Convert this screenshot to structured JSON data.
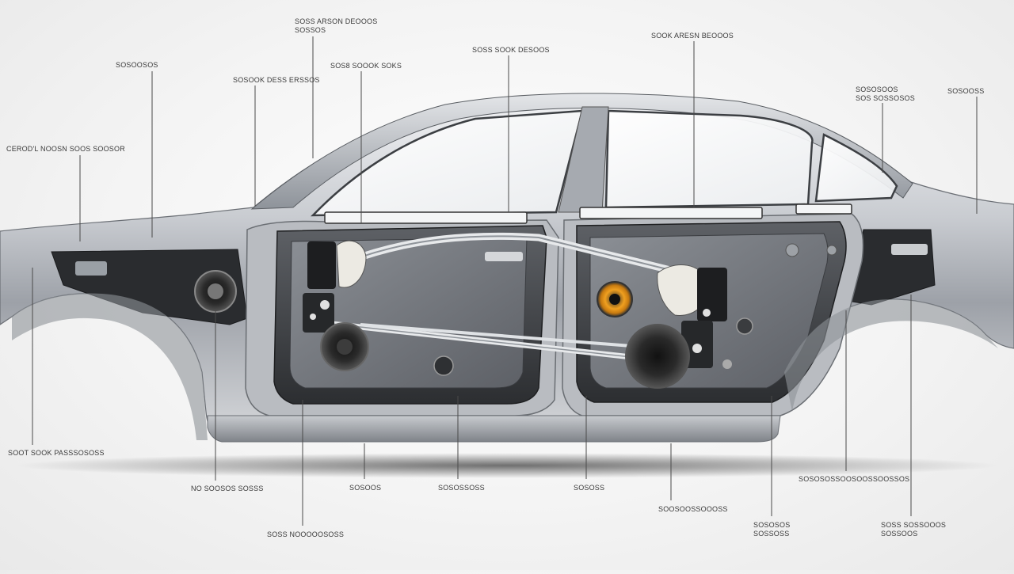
{
  "diagram": {
    "top_callouts": [
      {
        "id": "t1",
        "lines": [
          "SOSS ARSON DEOOOS",
          "SOSSOS"
        ]
      },
      {
        "id": "t2",
        "lines": [
          "SOOK ARESN BEOOOS"
        ]
      },
      {
        "id": "t3",
        "lines": [
          "SOSS SOOK DESOOS"
        ]
      },
      {
        "id": "t4",
        "lines": [
          "SOSOOSOS"
        ]
      },
      {
        "id": "t5",
        "lines": [
          "SOS8 SOOOK SOKS"
        ]
      },
      {
        "id": "t6",
        "lines": [
          "SOSOOK DESS ERSSOS"
        ]
      },
      {
        "id": "t7",
        "lines": [
          "CEROD'L NOOSN SOOS SOOSOR"
        ]
      },
      {
        "id": "t8",
        "lines": [
          "SOSOSOOS",
          "SOS SOSSOSOS"
        ]
      },
      {
        "id": "t9",
        "lines": [
          "SOSOOSS"
        ]
      }
    ],
    "bottom_callouts": [
      {
        "id": "b1",
        "lines": [
          "SOOT SOOK PASSSOSOSS"
        ]
      },
      {
        "id": "b2",
        "lines": [
          "NO SOOSOS SOSSS"
        ]
      },
      {
        "id": "b3",
        "lines": [
          "SOSS NOOOOOSOSS"
        ]
      },
      {
        "id": "b4",
        "lines": [
          "SOSOOS"
        ]
      },
      {
        "id": "b5",
        "lines": [
          "SOSOSSOSS"
        ]
      },
      {
        "id": "b6",
        "lines": [
          "SOSOSS"
        ]
      },
      {
        "id": "b7",
        "lines": [
          "SOOSOOSSOOOSS"
        ]
      },
      {
        "id": "b8",
        "lines": [
          "SOSOSOS",
          "SOSSOSS"
        ]
      },
      {
        "id": "b9",
        "lines": [
          "SOSOSOSSOOSOOSSOOSSOS"
        ]
      },
      {
        "id": "b10",
        "lines": [
          "SOSS SOSSOOOS",
          "SOSSOOS"
        ]
      }
    ]
  }
}
